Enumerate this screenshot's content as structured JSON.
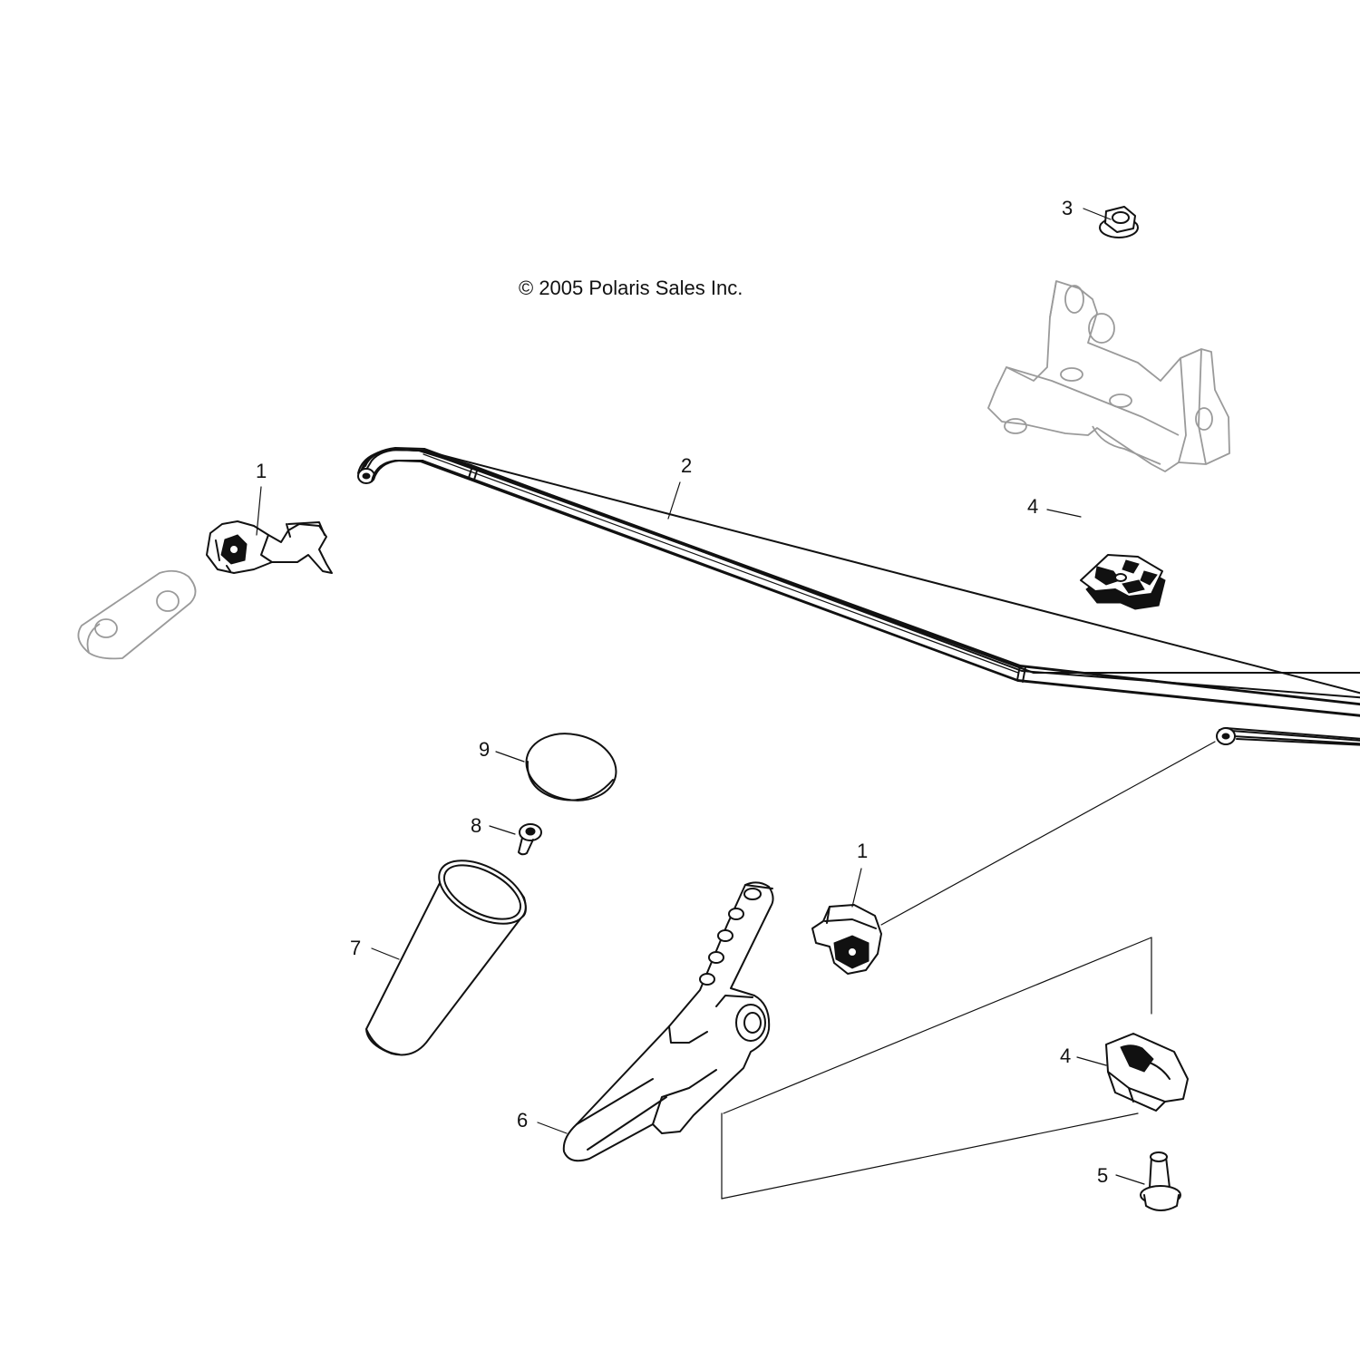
{
  "copyright": "© 2005 Polaris Sales Inc.",
  "callouts": {
    "c1a": "1",
    "c1b": "1",
    "c2": "2",
    "c3": "3",
    "c4a": "4",
    "c4b": "4",
    "c5": "5",
    "c6": "6",
    "c7": "7",
    "c8": "8",
    "c9": "9"
  },
  "colors": {
    "ink": "#111111",
    "ghost": "#9a9a9a",
    "background": "#ffffff"
  }
}
